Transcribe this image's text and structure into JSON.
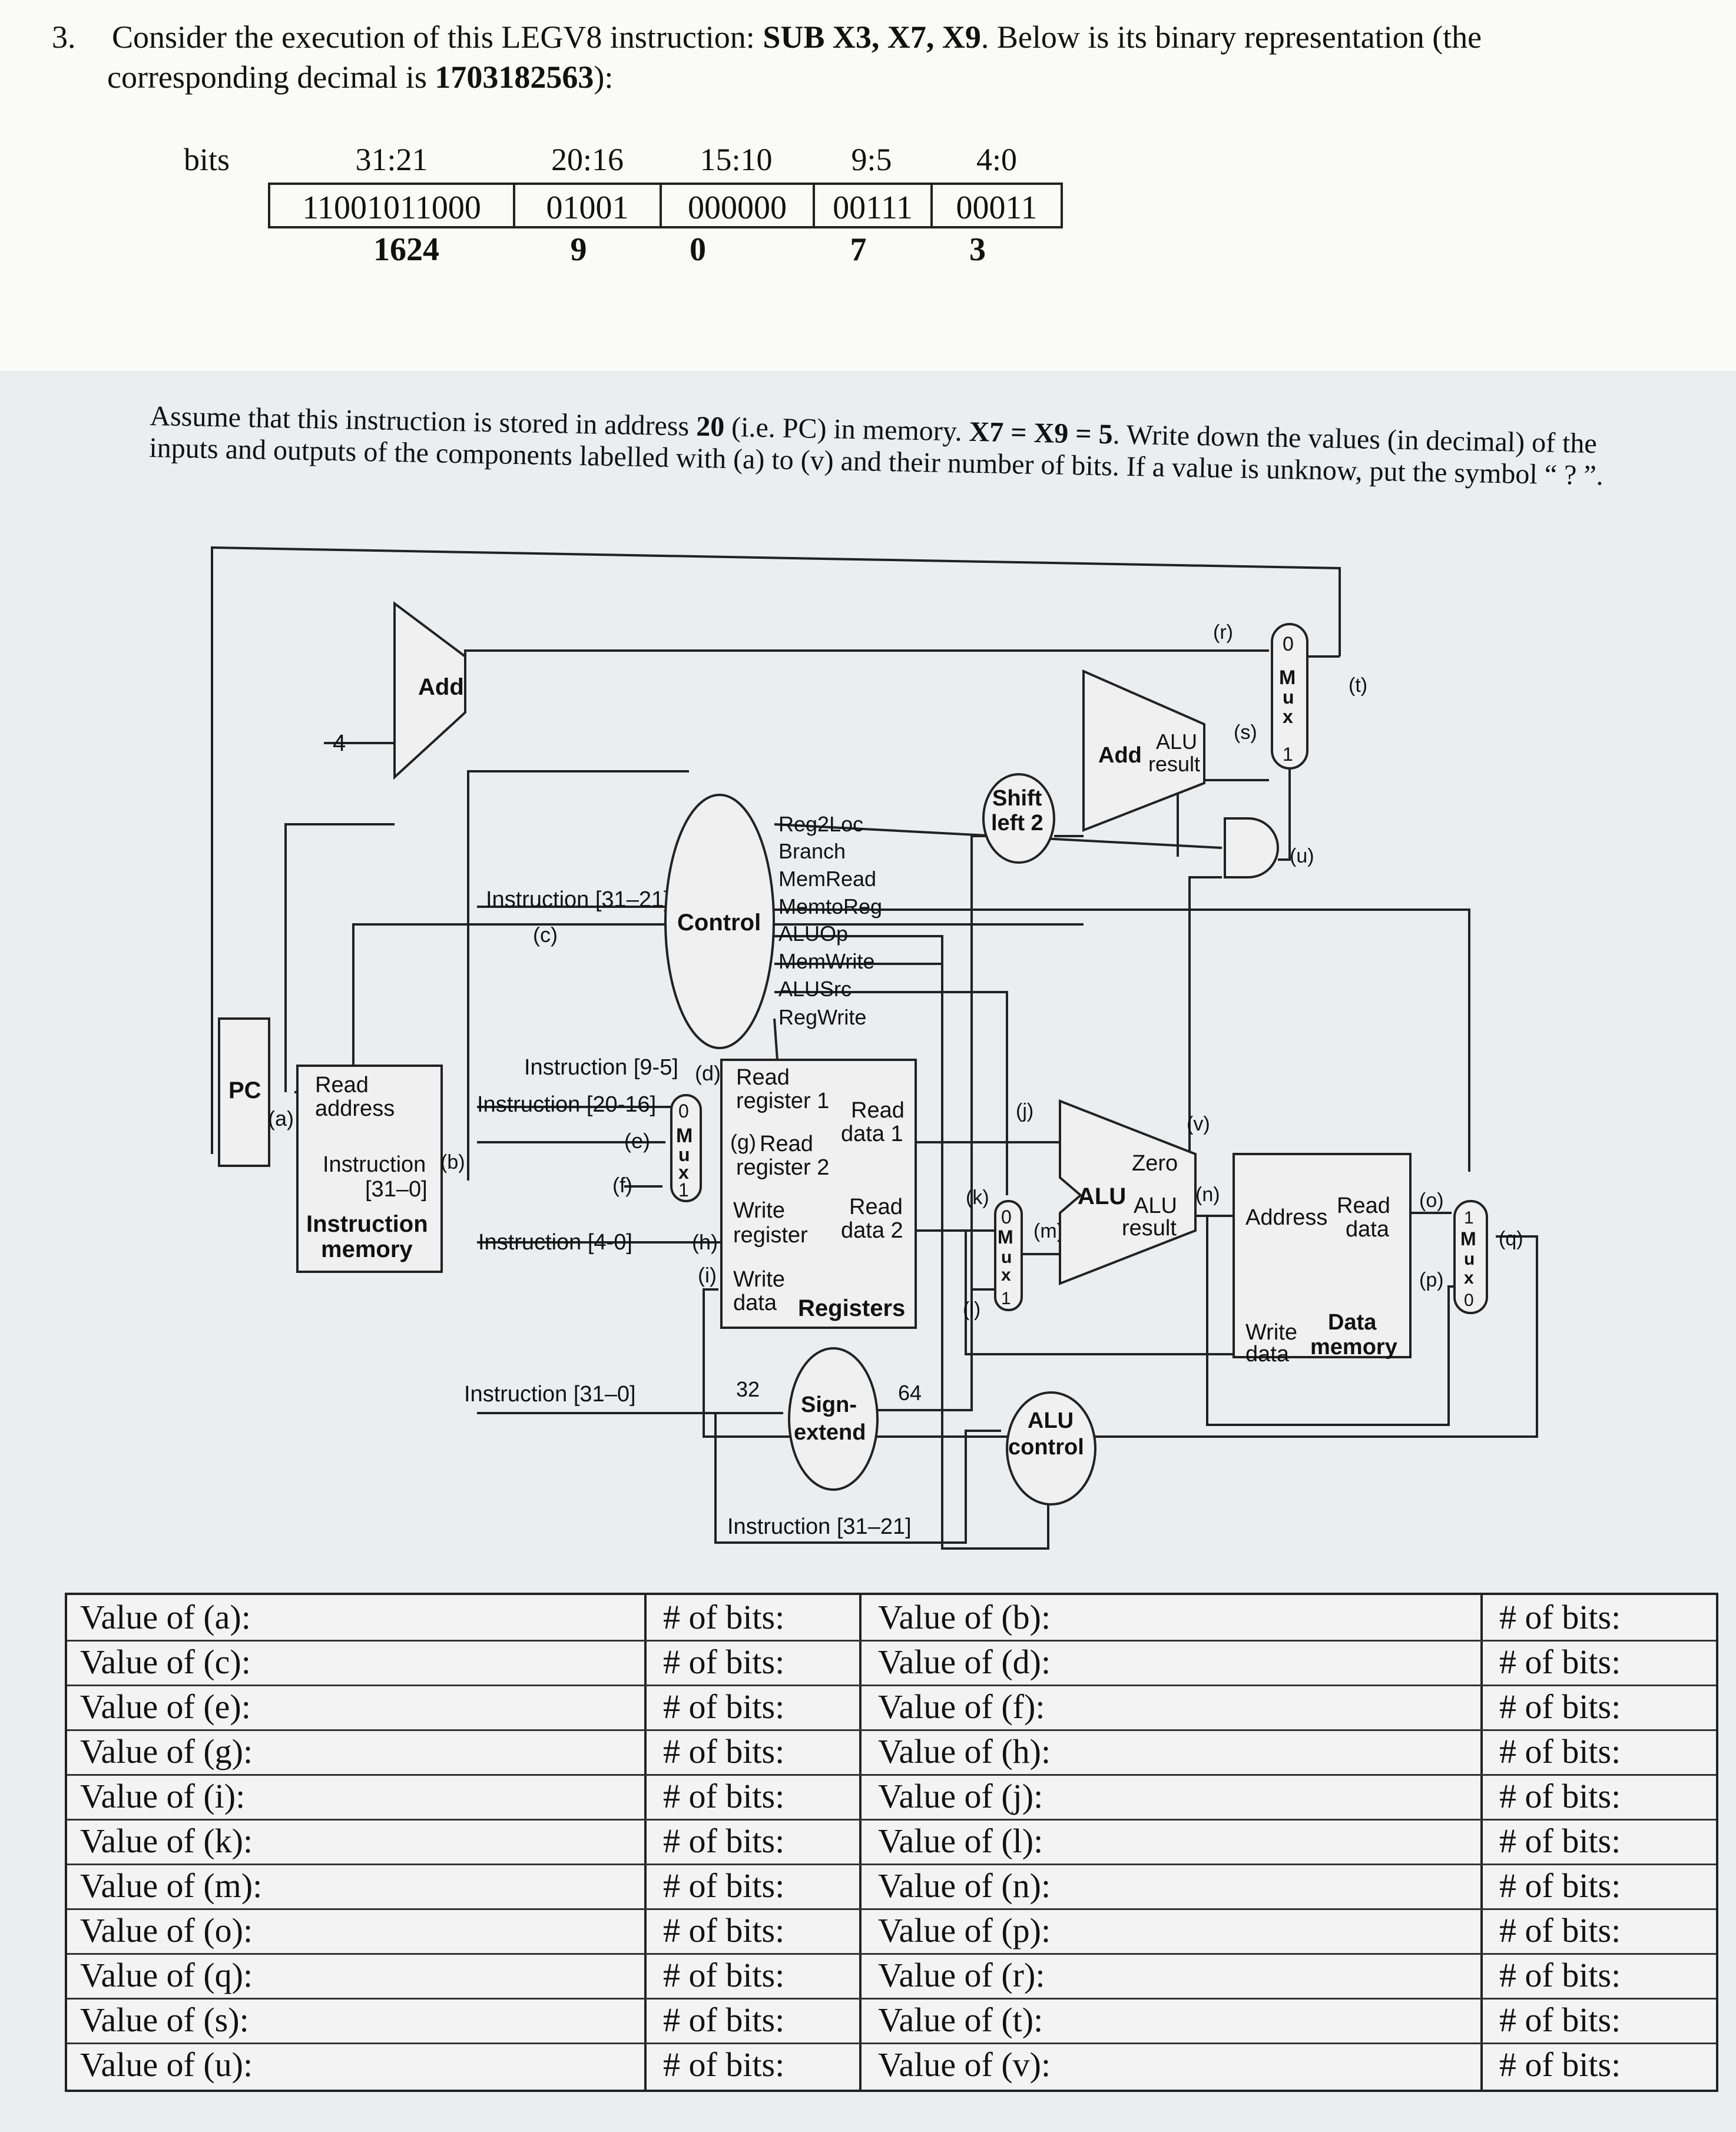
{
  "question": {
    "number": "3.",
    "line1_a": "Consider the execution of this LEGV8 instruction: ",
    "line1_b": "SUB X3, X7, X9",
    "line1_c": ". Below is its binary representation (the",
    "line2_a": "corresponding decimal is ",
    "line2_b": "1703182563",
    "line2_c": "):"
  },
  "encoding": {
    "row_label": "bits",
    "fields": [
      {
        "range": "31:21",
        "binary": "11001011000",
        "decimal": "1624"
      },
      {
        "range": "20:16",
        "binary": "01001",
        "decimal": "9"
      },
      {
        "range": "15:10",
        "binary": "000000",
        "decimal": "0"
      },
      {
        "range": "9:5",
        "binary": "00111",
        "decimal": "7"
      },
      {
        "range": "4:0",
        "binary": "00011",
        "decimal": "3"
      }
    ]
  },
  "assume": {
    "a": "Assume that this instruction is stored in address ",
    "b": "20",
    "c": " (i.e. PC) in memory. ",
    "d": "X7 = X9 = 5",
    "e": ". Write down the values (in decimal) of the inputs and outputs of the components labelled with (a) to (v) and their number of bits. If a value is unknow, put the symbol “ ? ”."
  },
  "diagram": {
    "add_top": "Add",
    "const_four": "4",
    "pc": "PC",
    "read_address": "Read address",
    "instr_out_1": "Instruction",
    "instr_out_2": "[31–0]",
    "instr_mem_1": "Instruction",
    "instr_mem_2": "memory",
    "instr_31_21_top": "Instruction [31–21]",
    "instr_9_5": "Instruction [9-5]",
    "instr_20_16": "Instruction [20-16]",
    "instr_4_0": "Instruction [4-0]",
    "instr_31_0": "Instruction [31–0]",
    "instr_31_21_bottom": "Instruction [31–21]",
    "control": "Control",
    "control_signals": [
      "Reg2Loc",
      "Branch",
      "MemRead",
      "MemtoReg",
      "ALUOp",
      "MemWrite",
      "ALUSrc",
      "RegWrite"
    ],
    "reg_read1": "Read",
    "reg_read1b": "register 1",
    "reg_read2": "Read",
    "reg_read2b": "register 2",
    "reg_write": "Write",
    "reg_writeb": "register",
    "reg_wdata": "Write",
    "reg_wdatab": "data",
    "reg_rdata1": "Read",
    "reg_rdata1b": "data 1",
    "reg_rdata2": "Read",
    "reg_rdata2b": "data 2",
    "registers": "Registers",
    "sign_extend_1": "Sign-",
    "sign_extend_2": "extend",
    "width_32": "32",
    "width_64": "64",
    "shift_left_1": "Shift",
    "shift_left_2": "left 2",
    "add_branch": "Add",
    "alu_result_top_1": "ALU",
    "alu_result_top_2": "result",
    "zero": "Zero",
    "alu": "ALU",
    "alu_result_1": "ALU",
    "alu_result_2": "result",
    "alu_control_1": "ALU",
    "alu_control_2": "control",
    "dm_address": "Address",
    "dm_read_1": "Read",
    "dm_read_2": "data",
    "dm_write_1": "Write",
    "dm_write_2": "data",
    "dm_name_1": "Data",
    "dm_name_2": "memory",
    "mux_letters": [
      "M",
      "u",
      "x"
    ],
    "mux_in0": "0",
    "mux_in1": "1",
    "labels": {
      "a": "(a)",
      "b": "(b)",
      "c": "(c)",
      "d": "(d)",
      "e": "(e)",
      "f": "(f)",
      "g": "(g)",
      "h": "(h)",
      "i": "(i)",
      "j": "(j)",
      "k": "(k)",
      "l": "(l)",
      "m": "(m)",
      "n": "(n)",
      "o": "(o)",
      "p": "(p)",
      "q": "(q)",
      "r": "(r)",
      "s": "(s)",
      "t": "(t)",
      "u": "(u)",
      "v": "(v)"
    }
  },
  "answer_table": {
    "rows": [
      {
        "left": "Value of (a):",
        "left_bits": "# of bits:",
        "right": "Value of (b):",
        "right_bits": "# of bits:"
      },
      {
        "left": "Value of (c):",
        "left_bits": "# of bits:",
        "right": "Value of (d):",
        "right_bits": "# of bits:"
      },
      {
        "left": "Value of (e):",
        "left_bits": "# of bits:",
        "right": "Value of (f):",
        "right_bits": "# of bits:"
      },
      {
        "left": "Value of (g):",
        "left_bits": "# of bits:",
        "right": "Value of (h):",
        "right_bits": "# of bits:"
      },
      {
        "left": "Value of (i):",
        "left_bits": "# of bits:",
        "right": "Value of (j):",
        "right_bits": "# of bits:"
      },
      {
        "left": "Value of (k):",
        "left_bits": "# of bits:",
        "right": "Value of (l):",
        "right_bits": "# of bits:"
      },
      {
        "left": "Value of (m):",
        "left_bits": "# of bits:",
        "right": "Value of (n):",
        "right_bits": "# of bits:"
      },
      {
        "left": "Value of (o):",
        "left_bits": "# of bits:",
        "right": "Value of (p):",
        "right_bits": "# of bits:"
      },
      {
        "left": "Value of (q):",
        "left_bits": "# of bits:",
        "right": "Value of (r):",
        "right_bits": "# of bits:"
      },
      {
        "left": "Value of (s):",
        "left_bits": "# of bits:",
        "right": "Value of (t):",
        "right_bits": "# of bits:"
      },
      {
        "left": "Value of (u):",
        "left_bits": "# of bits:",
        "right": "Value of (v):",
        "right_bits": "# of bits:"
      }
    ]
  }
}
